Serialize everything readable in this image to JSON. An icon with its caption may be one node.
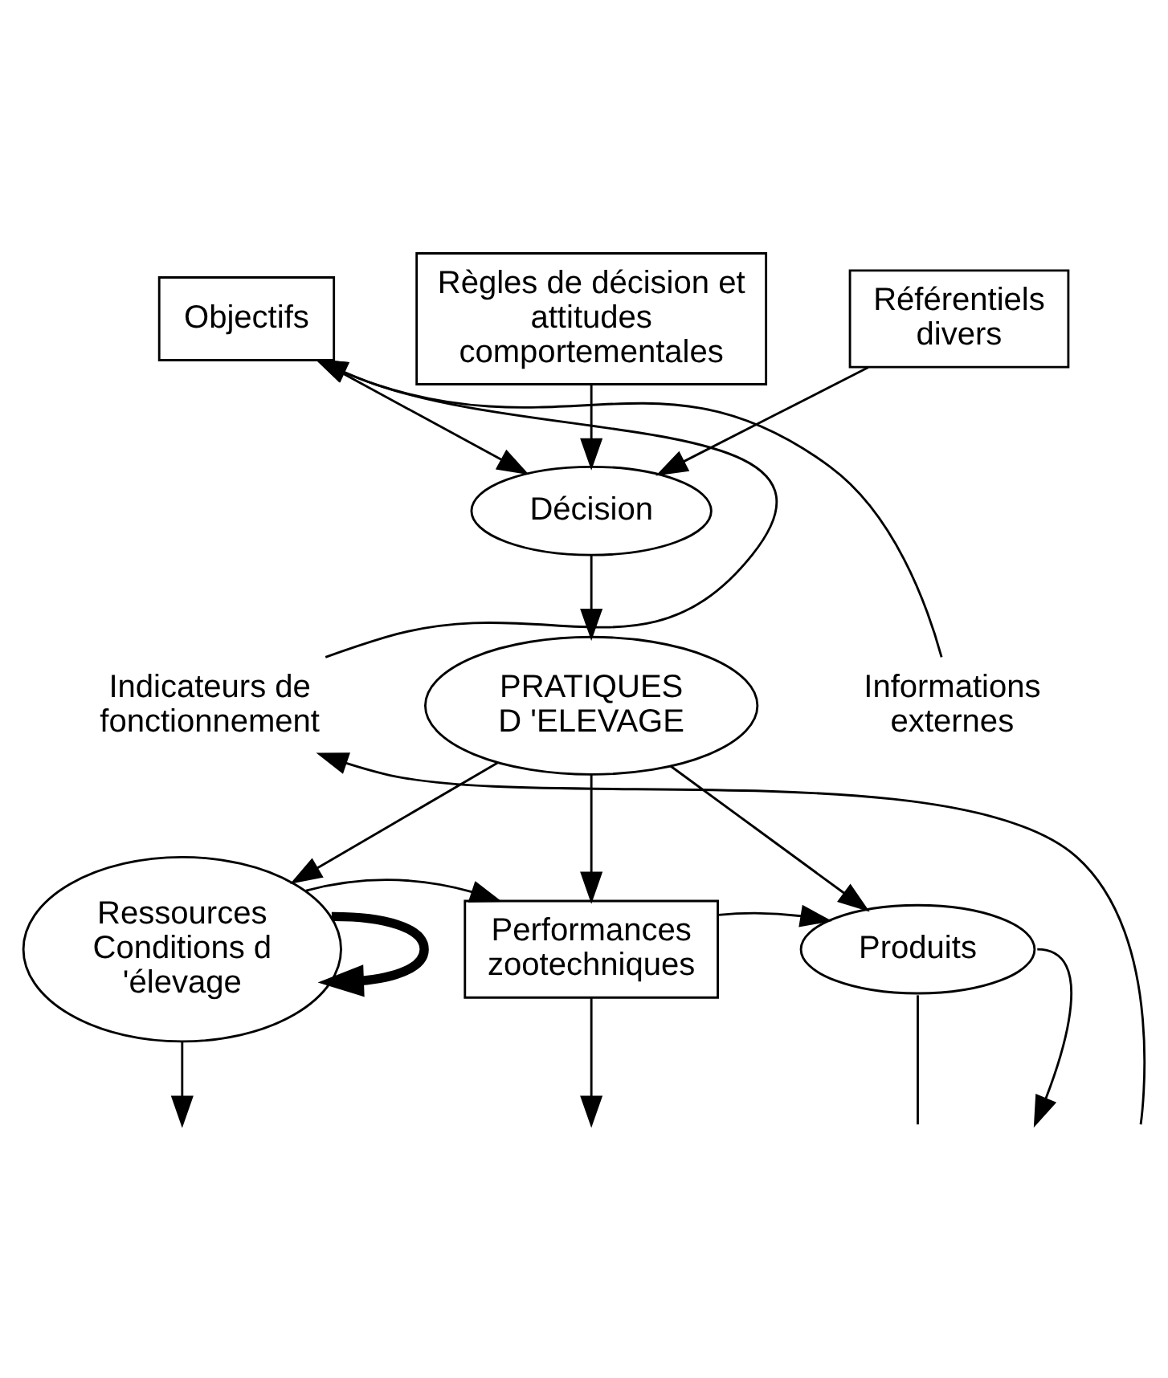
{
  "diagram": {
    "nodes": [
      {
        "text": [
          "Objectifs"
        ]
      },
      {
        "text": [
          "Règles de décision et attitudes comportementales"
        ]
      },
      {
        "text": [
          "Référentiels divers"
        ]
      },
      {
        "text": [
          "Décision"
        ]
      },
      {
        "text": [
          "PRATIQUES D 'ELEVAGE"
        ]
      },
      {
        "text": [
          "Ressources Conditions d 'élevage"
        ]
      },
      {
        "text": [
          "Performances zootechniques"
        ]
      },
      {
        "text": [
          "Produits"
        ]
      },
      {
        "text": [
          "Indicateurs de fonctionnement"
        ]
      },
      {
        "text": [
          "Informations externes"
        ]
      }
    ],
    "edges": [
      {
        "from": 0,
        "to": 3,
        "arrow": "to"
      },
      {
        "from": 1,
        "to": 3,
        "arrow": "to"
      },
      {
        "from": 2,
        "to": 3,
        "arrow": "to"
      },
      {
        "from": 3,
        "to": 4,
        "arrow": "to"
      },
      {
        "from": 4,
        "to": 5,
        "arrow": "to"
      },
      {
        "from": 4,
        "to": 6,
        "arrow": "to"
      },
      {
        "from": 4,
        "to": 7,
        "arrow": "to"
      },
      {
        "from": 5,
        "to": 6,
        "arrow": "to"
      },
      {
        "from": 6,
        "to": 7,
        "arrow": "to"
      },
      {
        "from": 5,
        "to": 5,
        "arrow": "to",
        "style": "thick"
      },
      {
        "from": 5,
        "to": null,
        "arrow": "to"
      },
      {
        "from": 6,
        "to": null,
        "arrow": "to"
      },
      {
        "from": 7,
        "to": null,
        "arrow": "to"
      },
      {
        "from": 7,
        "to": null,
        "arrow": "none"
      },
      {
        "from": null,
        "to": 8,
        "arrow": "to"
      },
      {
        "from": 8,
        "to": 0,
        "arrow": "to"
      },
      {
        "from": 9,
        "to": 0,
        "arrow": "to"
      }
    ]
  }
}
